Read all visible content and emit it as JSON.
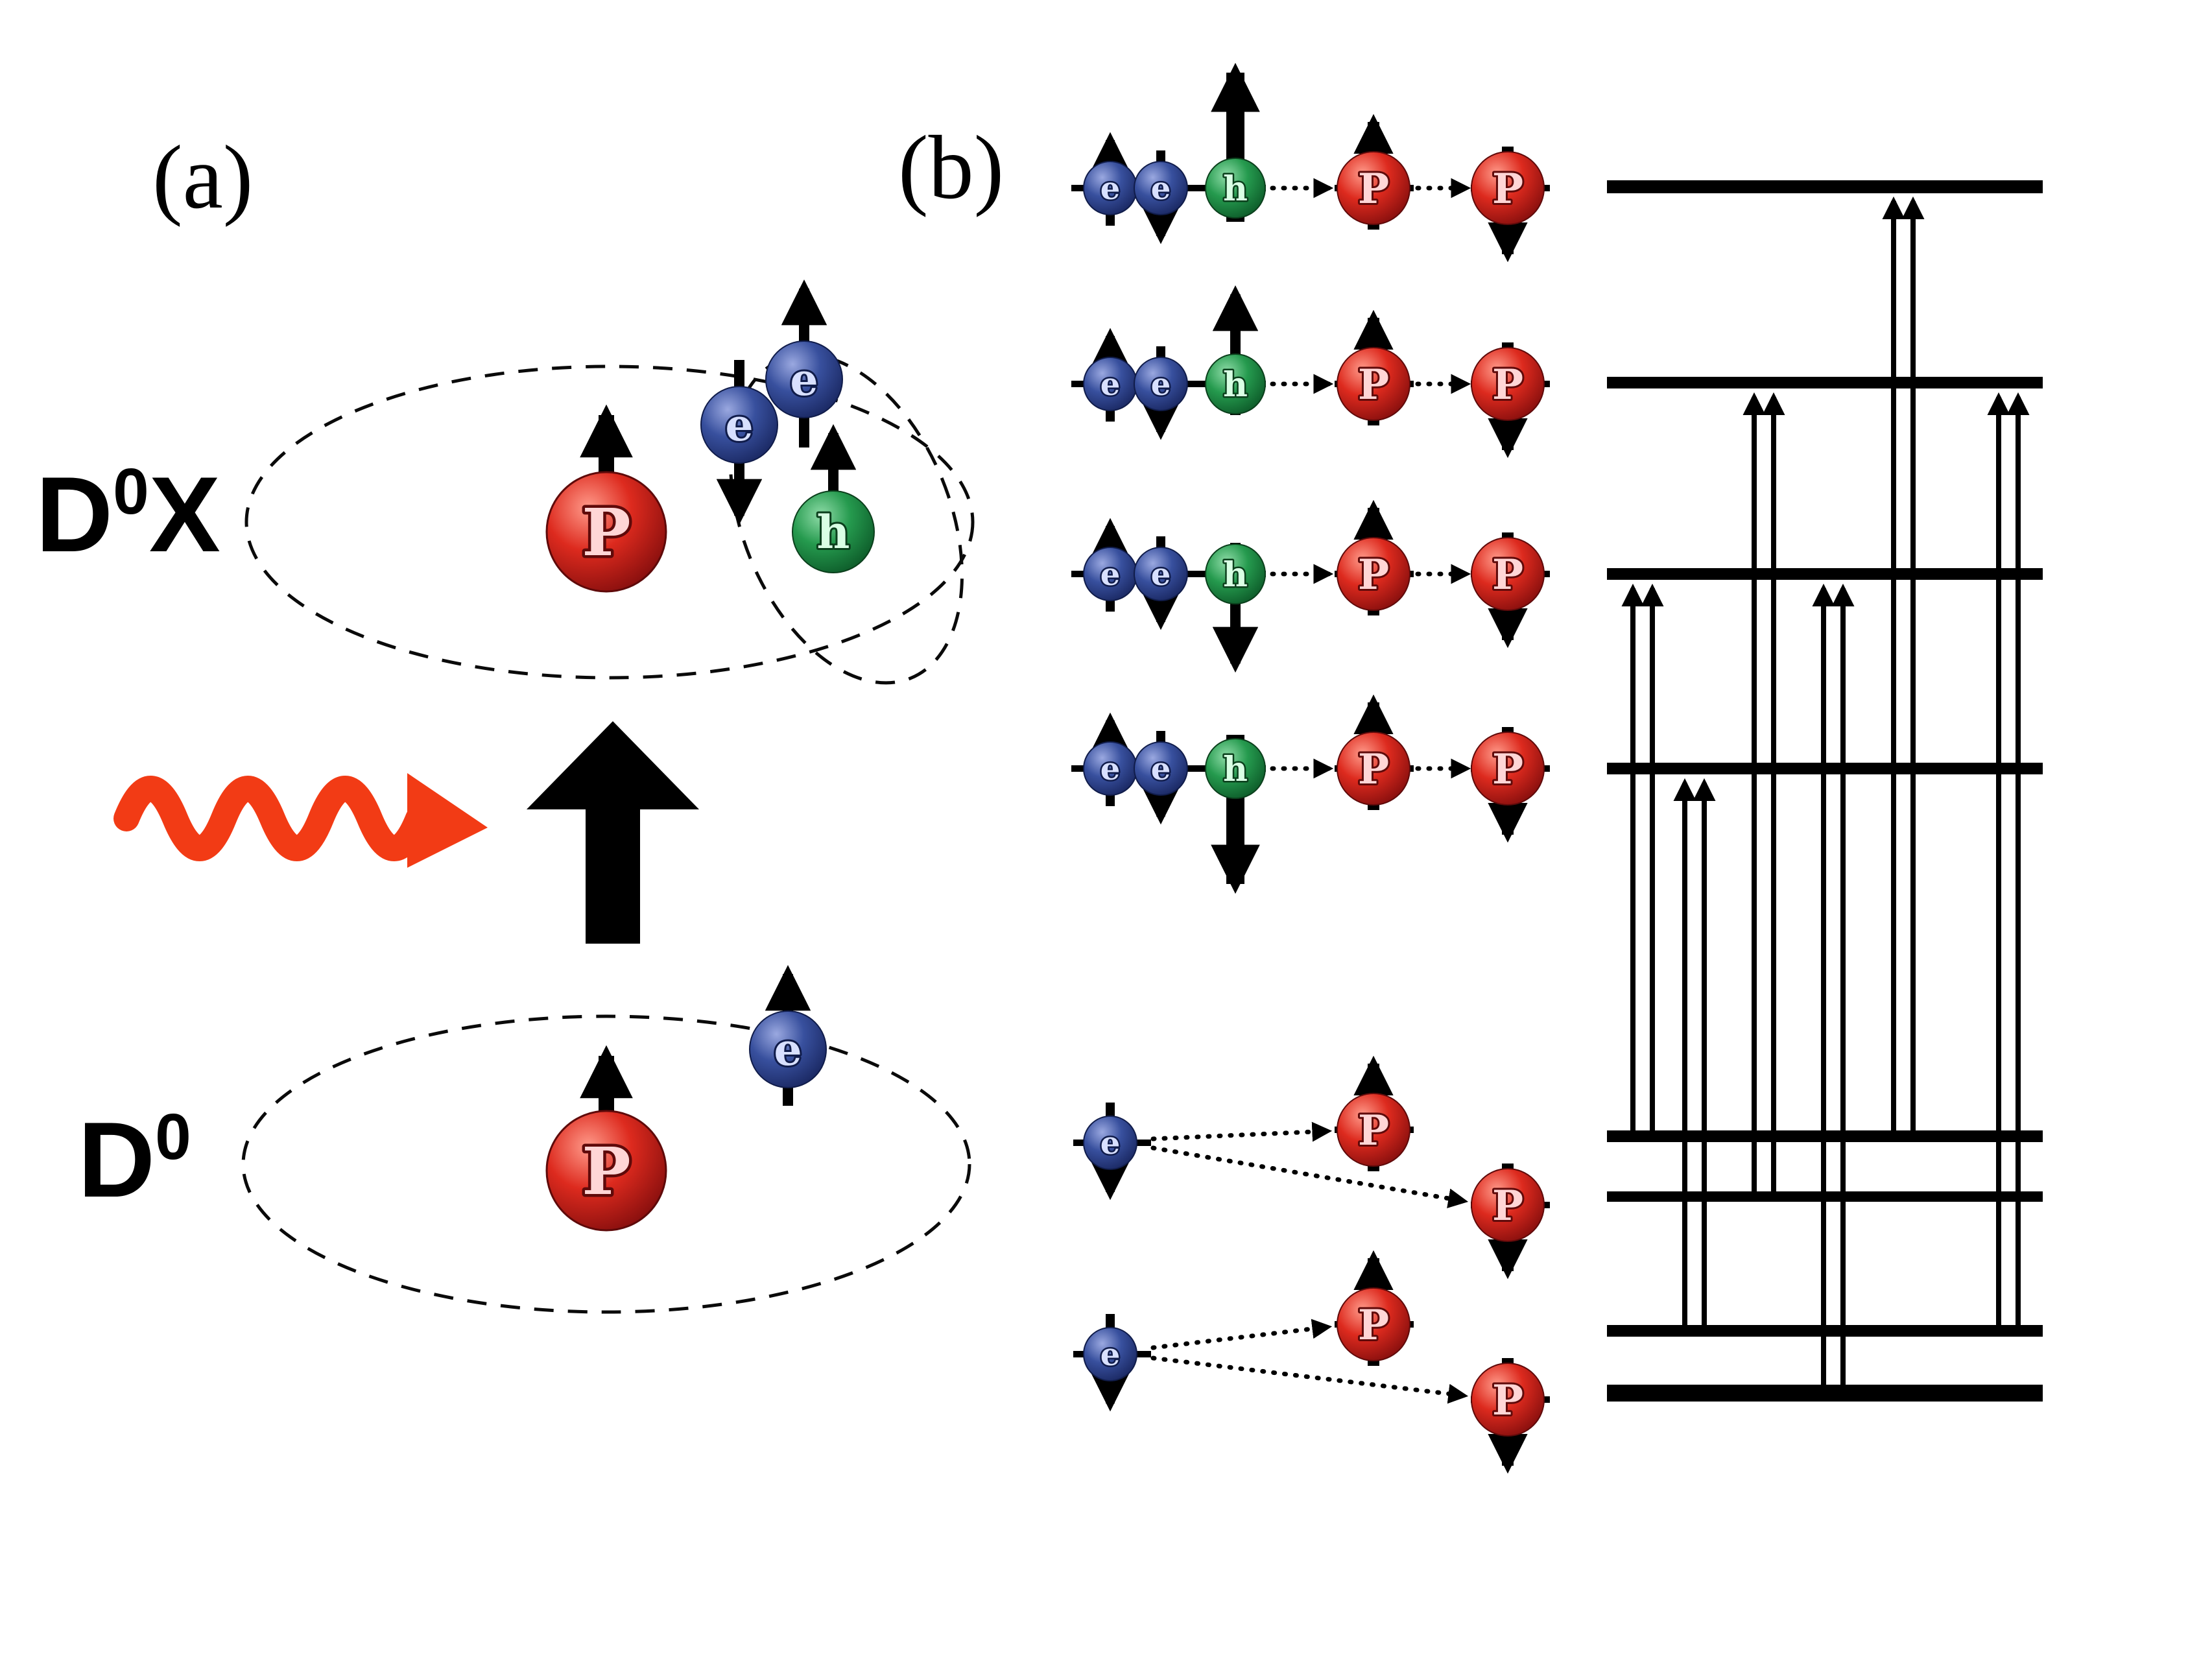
{
  "figure": {
    "panel_a": {
      "label": "(a)",
      "d0x": {
        "base": "D",
        "sup": "0",
        "rest": "X"
      },
      "d0": {
        "base": "D",
        "sup": "0"
      }
    },
    "panel_b": {
      "label": "(b)"
    },
    "particles": {
      "electron": "e",
      "hole": "h",
      "donor": "P"
    },
    "colors": {
      "donor_sphere": "#cc2020",
      "electron_sphere": "#31418f",
      "hole_sphere": "#1f9048",
      "photon_arrow": "#f23b15",
      "ink": "#000000"
    },
    "panel_b_configs": [
      {
        "electrons": [
          "up",
          "down"
        ],
        "hole": "up-large",
        "donors": [
          "up",
          "down"
        ]
      },
      {
        "electrons": [
          "up",
          "down"
        ],
        "hole": "up-small",
        "donors": [
          "up",
          "down"
        ]
      },
      {
        "electrons": [
          "up",
          "down"
        ],
        "hole": "down-small",
        "donors": [
          "up",
          "down"
        ]
      },
      {
        "electrons": [
          "up",
          "down"
        ],
        "hole": "down-large",
        "donors": [
          "up",
          "down"
        ]
      },
      {
        "electron": "down",
        "donors": [
          "up",
          "down"
        ]
      },
      {
        "electron": "down",
        "donors": [
          "up",
          "down"
        ]
      }
    ],
    "energy_diagram": {
      "upper_levels": 4,
      "lower_levels": 4,
      "transition_arrow_pairs": 6
    }
  }
}
